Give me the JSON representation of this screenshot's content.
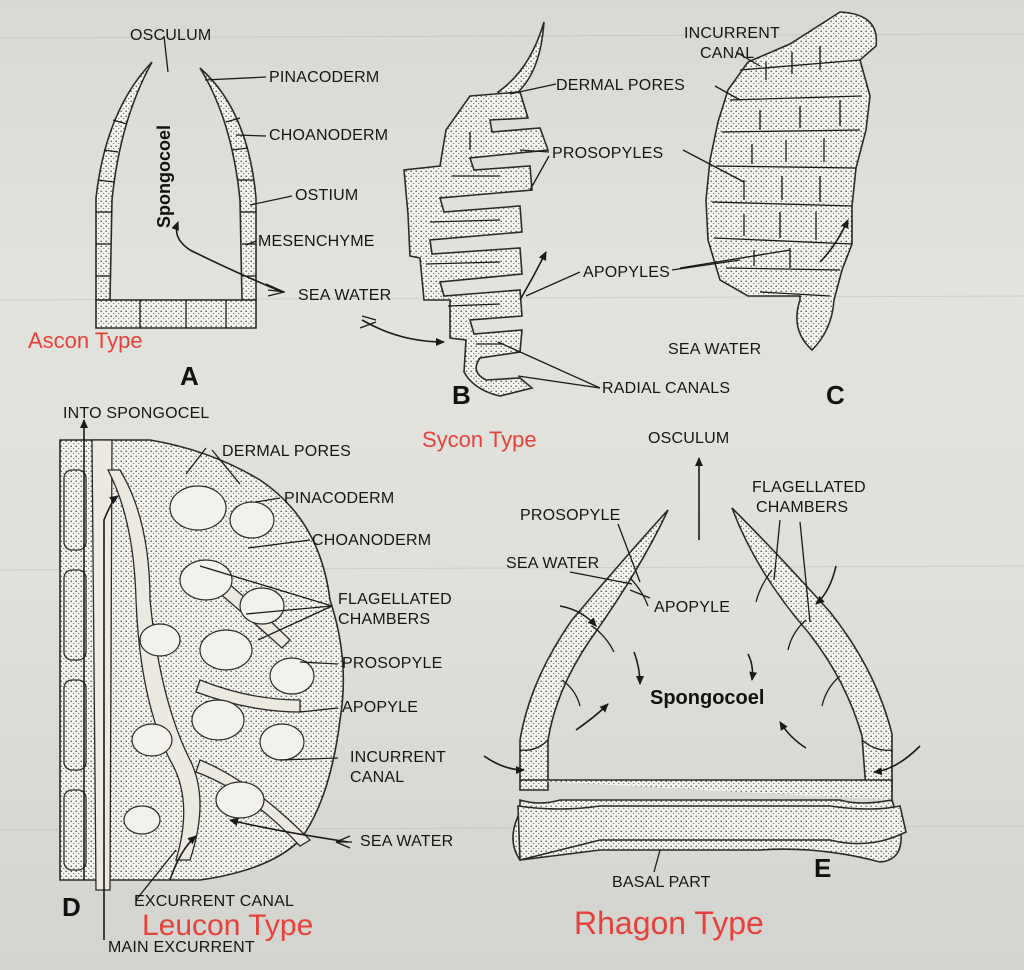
{
  "panel_a": {
    "letter": "A",
    "type_label": "Ascon Type",
    "spongocoel": "Spongocoel",
    "labels": {
      "osculum": "OSCULUM",
      "pinacoderm": "PINACODERM",
      "choanoderm": "CHOANODERM",
      "ostium": "OSTIUM",
      "mesenchyme": "MESENCHYME",
      "sea_water": "SEA WATER"
    }
  },
  "panel_b": {
    "letter": "B",
    "labels": {
      "dermal_pores": "DERMAL PORES",
      "prosopyles": "PROSOPYLES",
      "apopyles": "APOPYLES",
      "radial_canals": "RADIAL CANALS"
    }
  },
  "panel_c": {
    "letter": "C",
    "labels": {
      "incurrent_canal_1": "INCURRENT",
      "incurrent_canal_2": "CANAL",
      "sea_water": "SEA WATER"
    }
  },
  "sycon_type_label": "Sycon Type",
  "panel_d": {
    "letter": "D",
    "type_label": "Leucon Type",
    "labels": {
      "into_spongocel": "INTO SPONGOCEL",
      "dermal_pores": "DERMAL PORES",
      "pinacoderm": "PINACODERM",
      "choanoderm": "CHOANODERM",
      "flagellated_chambers_1": "FLAGELLATED",
      "flagellated_chambers_2": "CHAMBERS",
      "prosopyle": "PROSOPYLE",
      "apopyle": "APOPYLE",
      "incurrent_canal_1": "INCURRENT",
      "incurrent_canal_2": "CANAL",
      "sea_water": "SEA WATER",
      "excurrent_canal": "EXCURRENT CANAL",
      "main_excurrent": "MAIN EXCURRENT"
    }
  },
  "panel_e": {
    "letter": "E",
    "type_label": "Rhagon Type",
    "spongocoel": "Spongocoel",
    "labels": {
      "osculum": "OSCULUM",
      "flagellated_chambers_1": "FLAGELLATED",
      "flagellated_chambers_2": "CHAMBERS",
      "prosopyle": "PROSOPYLE",
      "sea_water": "SEA WATER",
      "apopyle": "APOPYLE",
      "basal_part": "BASAL PART"
    }
  },
  "colors": {
    "label_red": "#e8403a",
    "ink": "#151515",
    "paper": "#dcdcd6"
  }
}
